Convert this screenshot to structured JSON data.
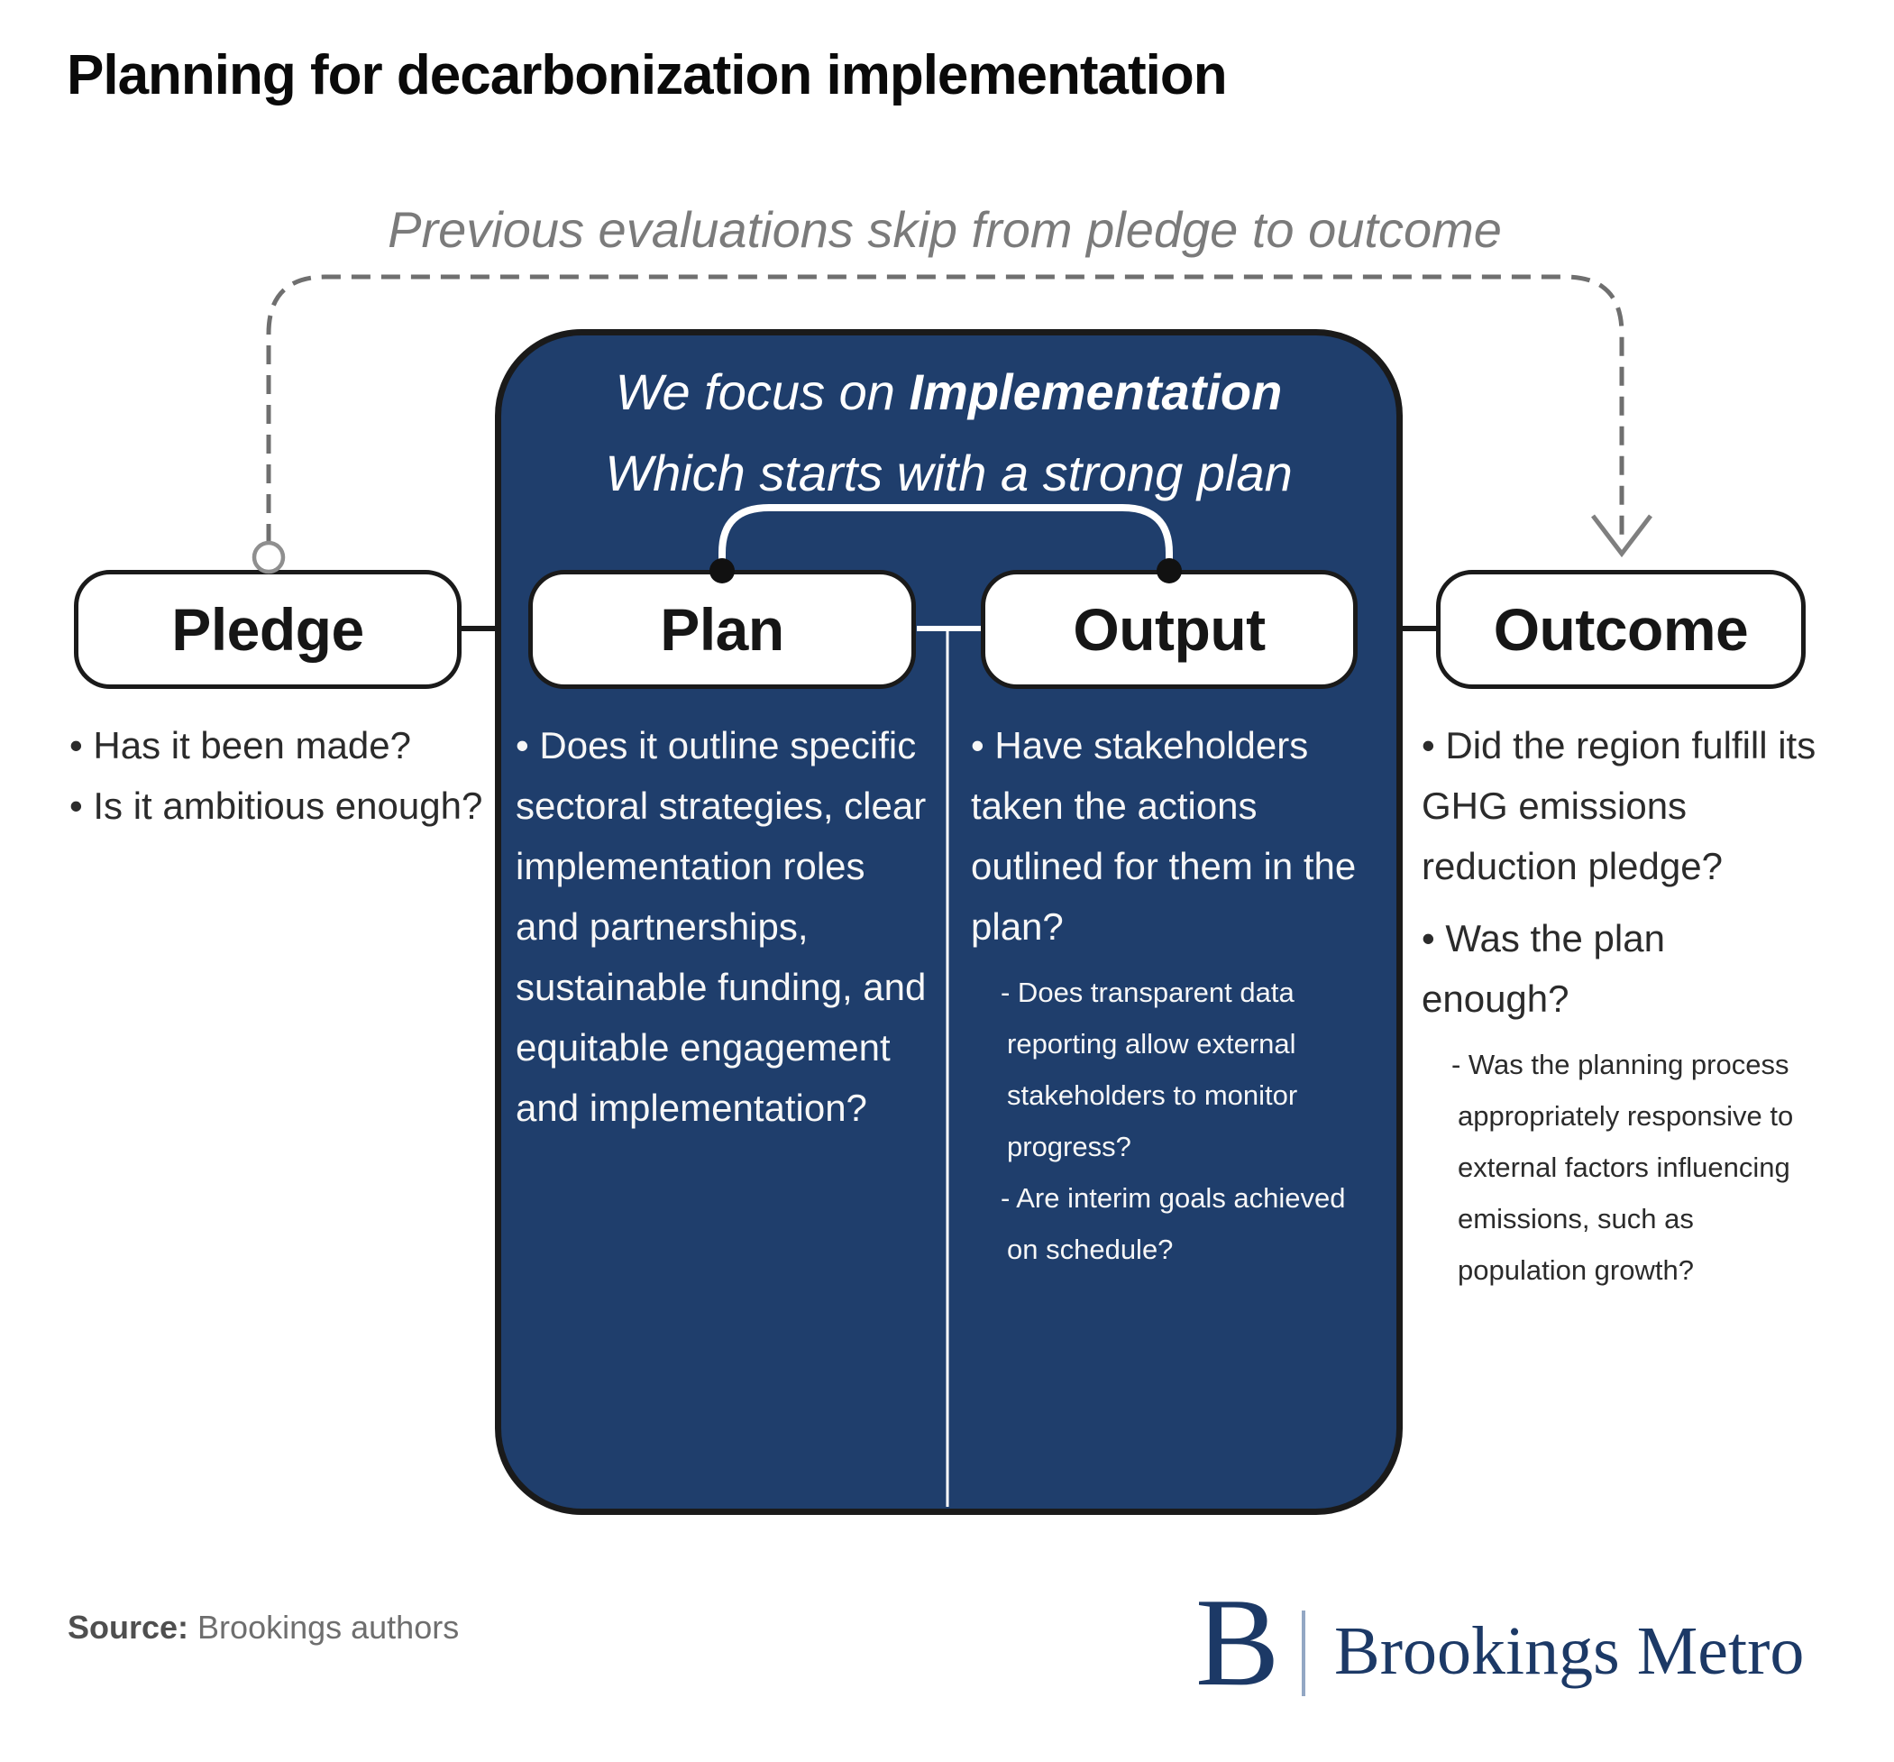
{
  "title": "Planning for decarbonization implementation",
  "caption": "Previous evaluations skip from pledge to outcome",
  "focus": {
    "line1_normal": "We focus on ",
    "line1_bold": "Implementation",
    "line2": "Which starts with a strong plan"
  },
  "nodes": {
    "pledge": "Pledge",
    "plan": "Plan",
    "output": "Output",
    "outcome": "Outcome"
  },
  "columns": {
    "pledge": {
      "lines": [
        {
          "t": "• Has it been made?",
          "c": "m"
        },
        {
          "t": "• Is it ambitious enough?",
          "c": "m"
        }
      ]
    },
    "plan": {
      "lines": [
        {
          "t": "• Does it outline specific",
          "c": "m"
        },
        {
          "t": "sectoral strategies, clear",
          "c": "m"
        },
        {
          "t": "implementation roles",
          "c": "m"
        },
        {
          "t": "and partnerships,",
          "c": "m"
        },
        {
          "t": "sustainable funding, and",
          "c": "m"
        },
        {
          "t": "equitable engagement",
          "c": "m"
        },
        {
          "t": "and implementation?",
          "c": "m"
        }
      ]
    },
    "output": {
      "lines": [
        {
          "t": "• Have stakeholders",
          "c": "m"
        },
        {
          "t": "taken the actions",
          "c": "m"
        },
        {
          "t": "outlined for them in the",
          "c": "m"
        },
        {
          "t": "plan?",
          "c": "m"
        },
        {
          "t": "- Does transparent data",
          "c": "s s1 gap"
        },
        {
          "t": "reporting allow external",
          "c": "s"
        },
        {
          "t": "stakeholders to monitor",
          "c": "s"
        },
        {
          "t": "progress?",
          "c": "s"
        },
        {
          "t": "- Are interim goals achieved",
          "c": "s s1"
        },
        {
          "t": "on schedule?",
          "c": "s"
        }
      ]
    },
    "outcome": {
      "lines": [
        {
          "t": "• Did the region fulfill its",
          "c": "m"
        },
        {
          "t": "GHG emissions",
          "c": "m"
        },
        {
          "t": "reduction pledge?",
          "c": "m"
        },
        {
          "t": "• Was the plan enough?",
          "c": "m gap2"
        },
        {
          "t": "- Was the planning process",
          "c": "s s1 gap"
        },
        {
          "t": "appropriately responsive to",
          "c": "s"
        },
        {
          "t": "external factors influencing",
          "c": "s"
        },
        {
          "t": "emissions, such as",
          "c": "s"
        },
        {
          "t": "population growth?",
          "c": "s"
        }
      ]
    }
  },
  "footer": {
    "source_label": "Source:",
    "source_text": " Brookings authors",
    "logo_b": "B",
    "logo_name": "Brookings Metro"
  },
  "colors": {
    "navy_box": "#1f3e6c",
    "logo_navy": "#1c3966",
    "dash_gray": "#6f6f6f",
    "caption_gray": "#7b7b7b",
    "text_dark": "#2b2b2b",
    "text_light": "#f7f7f7"
  }
}
